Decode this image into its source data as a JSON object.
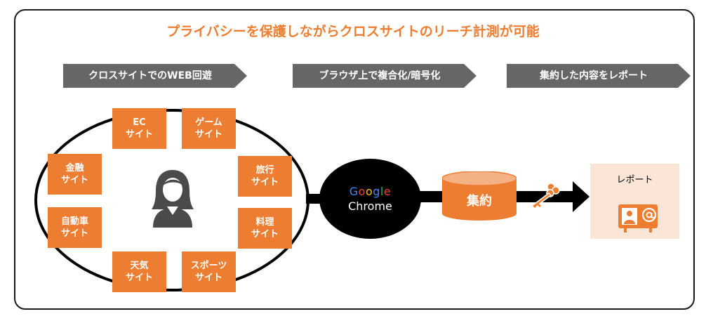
{
  "title": "プライバシーを保護しながらクロスサイトのリーチ計測が可能",
  "steps": [
    {
      "label": "クロスサイトでのWEB回遊"
    },
    {
      "label": "ブラウザ上で複合化/暗号化"
    },
    {
      "label": "集約した内容をレポート"
    }
  ],
  "sites": [
    {
      "line1": "EC",
      "line2": "サイト"
    },
    {
      "line1": "ゲーム",
      "line2": "サイト"
    },
    {
      "line1": "金融",
      "line2": "サイト"
    },
    {
      "line1": "旅行",
      "line2": "サイト"
    },
    {
      "line1": "自動車",
      "line2": "サイト"
    },
    {
      "line1": "料理",
      "line2": "サイト"
    },
    {
      "line1": "天気",
      "line2": "サイト"
    },
    {
      "line1": "スポーツ",
      "line2": "サイト"
    }
  ],
  "browser": {
    "logo": "Google",
    "label": "Chrome"
  },
  "aggregate": {
    "label": "集約"
  },
  "report": {
    "label": "レポート"
  },
  "colors": {
    "accent": "#ed7d31",
    "step_bg": "#666666",
    "report_bg": "#fbe5d6",
    "dark": "#000000"
  },
  "icons": [
    "person-icon",
    "key-icon",
    "contact-card-icon",
    "at-sign-icon"
  ]
}
